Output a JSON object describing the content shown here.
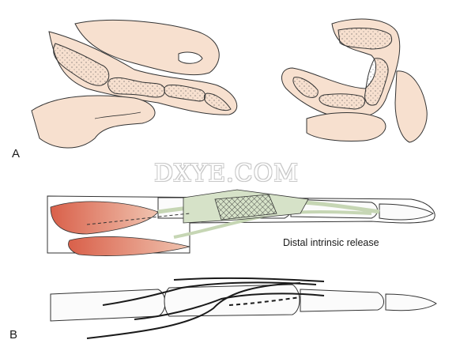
{
  "panels": {
    "a_label": "A",
    "b_label": "B"
  },
  "annotation": {
    "distal_release": "Distal intrinsic release"
  },
  "watermark": "DXYE.COM",
  "colors": {
    "skin": "#f7e0cf",
    "bone": "#fbfbfb",
    "tendon": "#d6e2c8",
    "muscle": "#d9735c",
    "outline": "#333333"
  }
}
